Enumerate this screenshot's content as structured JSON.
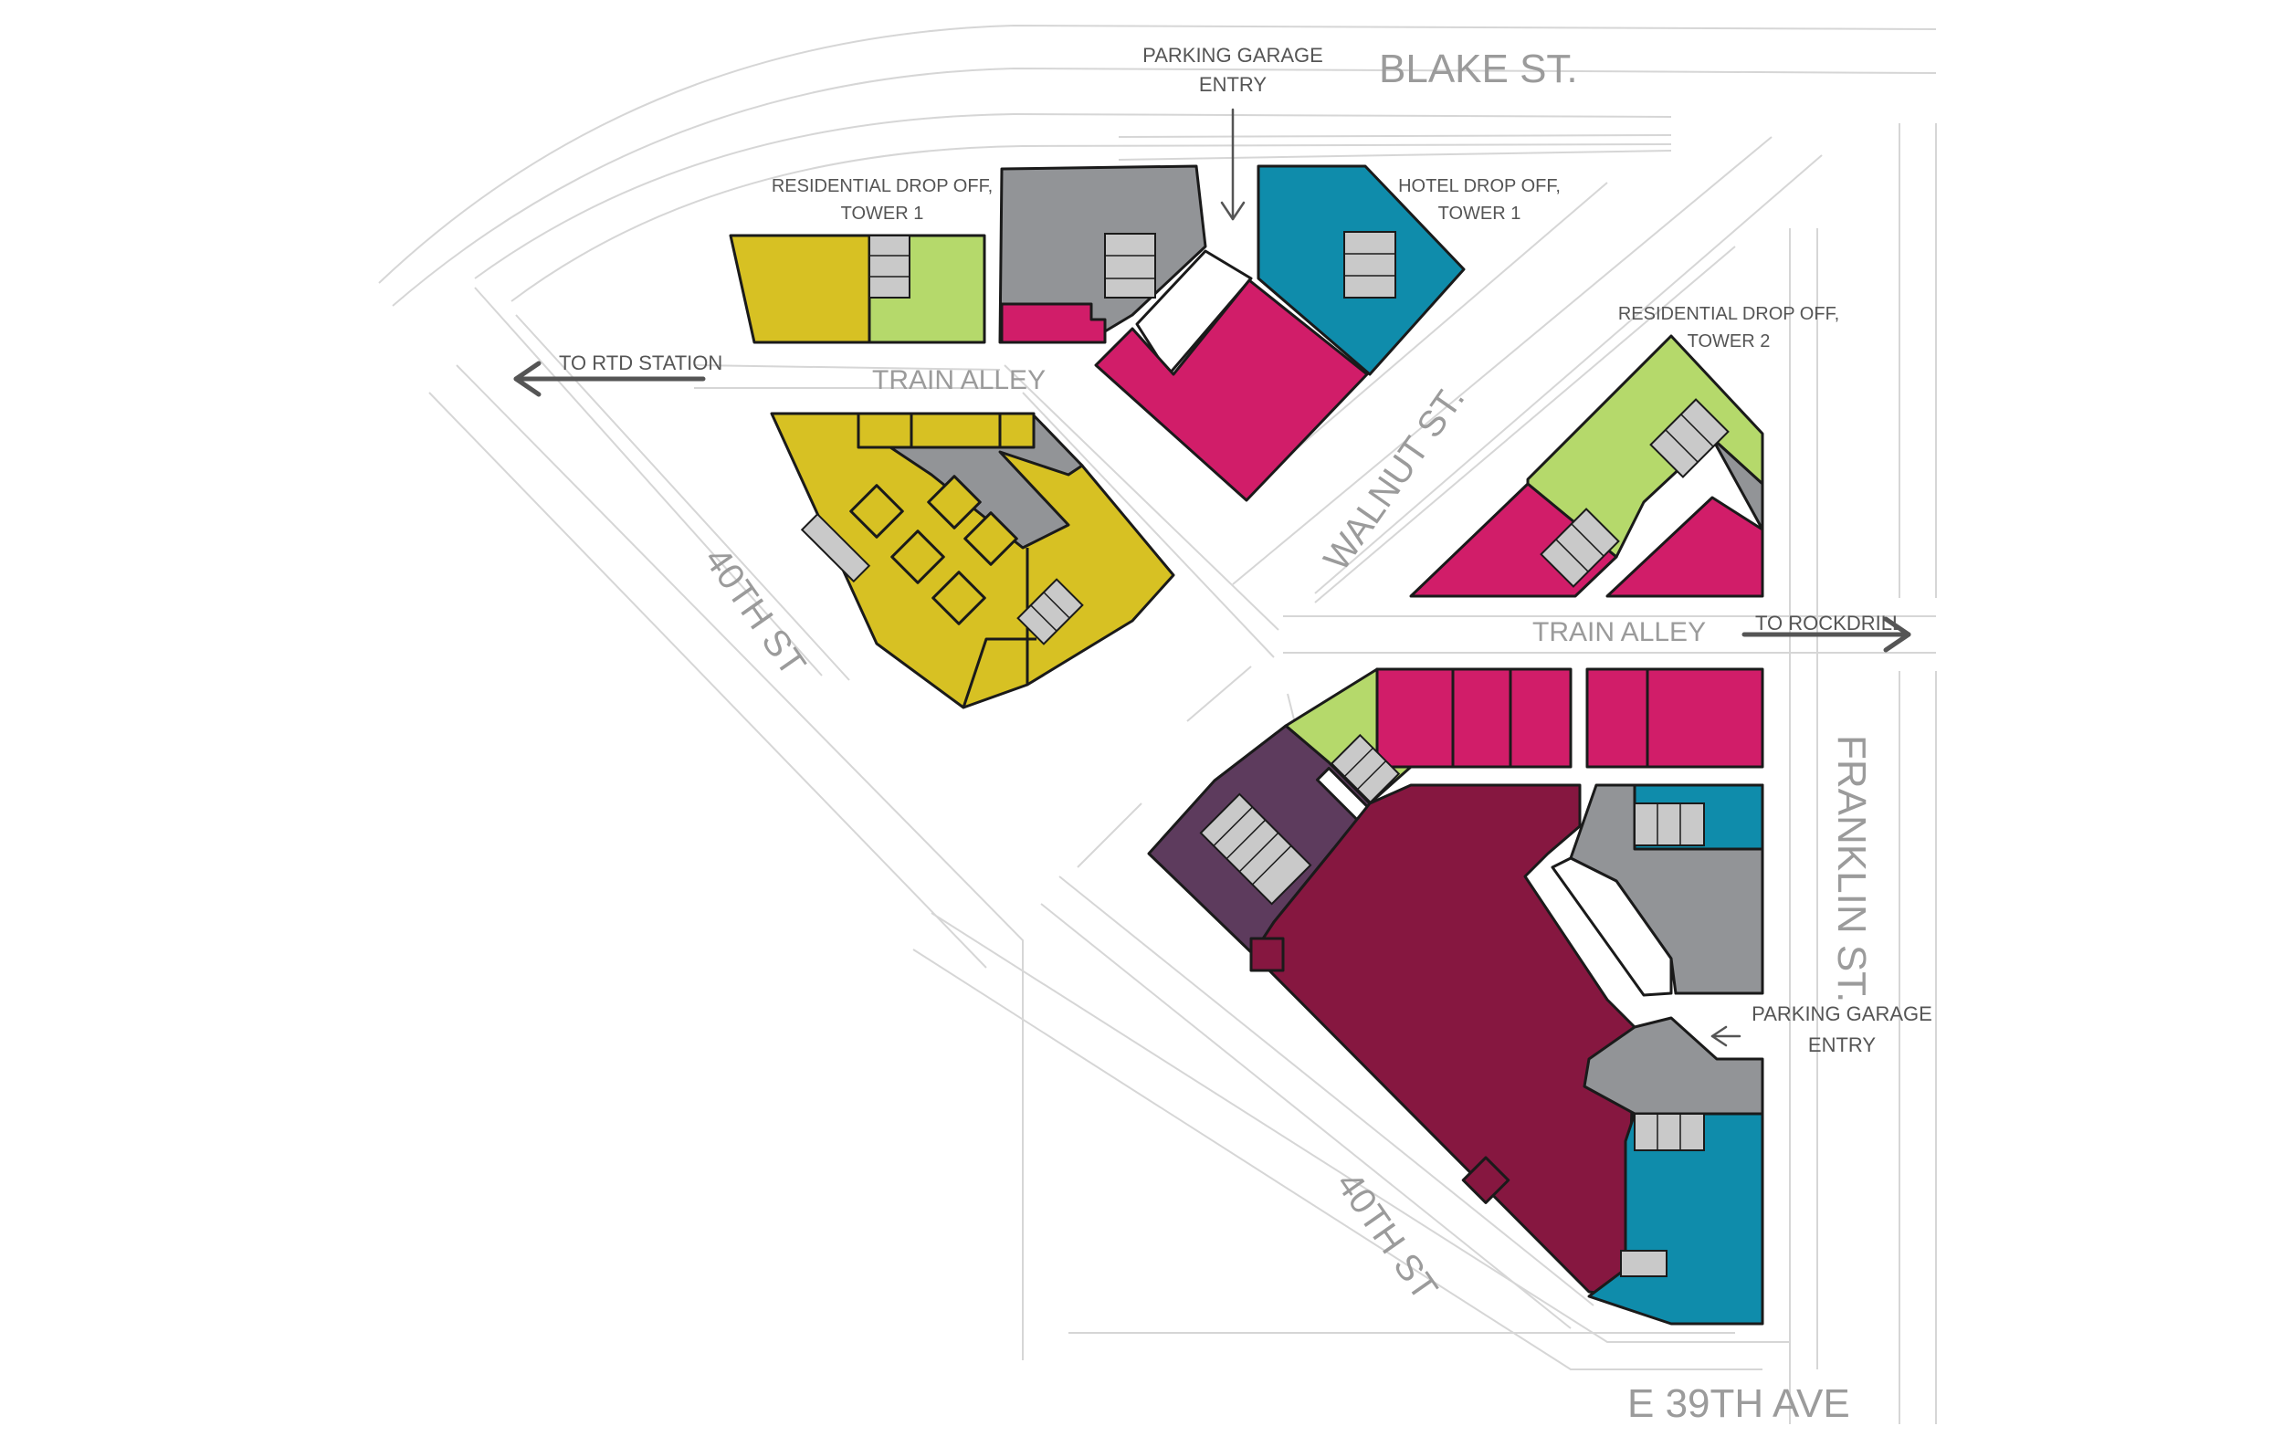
{
  "colors": {
    "retail": "#d7c123",
    "residential": "#b5d96b",
    "parking": "#929497",
    "hotel": "#0f8cab",
    "office": "#d11d69",
    "anchor": "#861740",
    "amenity": "#5d3b5d",
    "street_line": "#d6d6d6",
    "label": "#9b9b9b"
  },
  "streets": {
    "blake": "BLAKE ST.",
    "walnut": "WALNUT ST.",
    "fortieth_west": "40TH ST",
    "fortieth_south": "40TH ST",
    "franklin": "FRANKLIN ST.",
    "e39th": "E 39TH AVE",
    "train_alley_west": "TRAIN ALLEY",
    "train_alley_east": "TRAIN ALLEY"
  },
  "annotations": {
    "parking_entry_north": {
      "line1": "PARKING GARAGE",
      "line2": "ENTRY"
    },
    "parking_entry_east": {
      "line1": "PARKING GARAGE",
      "line2": "ENTRY"
    },
    "res_dropoff_1": {
      "line1": "RESIDENTIAL DROP OFF,",
      "line2": "TOWER 1"
    },
    "hotel_dropoff": {
      "line1": "HOTEL DROP OFF,",
      "line2": "TOWER 1"
    },
    "res_dropoff_2": {
      "line1": "RESIDENTIAL DROP OFF,",
      "line2": "TOWER 2"
    },
    "to_rtd": "TO RTD STATION",
    "to_rockdrill": "TO ROCKDRILL"
  }
}
